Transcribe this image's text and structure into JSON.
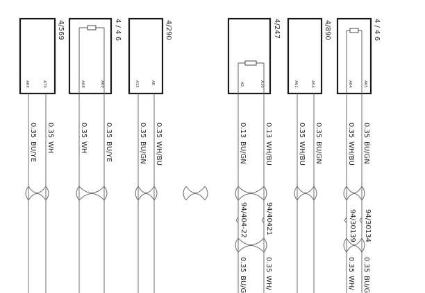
{
  "components": [
    {
      "id": "4/569",
      "pins": [
        "A69",
        "A70"
      ],
      "wires": [
        {
          "gauge": "0.35",
          "color": "BU/YE"
        },
        {
          "gauge": "0.35",
          "color": "WH"
        }
      ]
    },
    {
      "id": "4 / 4 6",
      "pins": [
        "A68",
        "A69"
      ],
      "wires": [
        {
          "gauge": "0.35",
          "color": "WH"
        },
        {
          "gauge": "0.35",
          "color": "BU/YE"
        }
      ]
    },
    {
      "id": "4/290",
      "pins": [
        "A15",
        "A6"
      ],
      "wires": [
        {
          "gauge": "0.35",
          "color": "BU/GN"
        },
        {
          "gauge": "0.35",
          "color": "WH/BU"
        }
      ]
    },
    {
      "id": "4/247",
      "pins": [
        "A2",
        "A10"
      ],
      "wires": [
        {
          "gauge": "0.13",
          "color": "BU/GN"
        },
        {
          "gauge": "0.13",
          "color": "WH/BU"
        }
      ]
    },
    {
      "id": "4/890",
      "pins": [
        "A61",
        "A54"
      ],
      "wires": [
        {
          "gauge": "0.35",
          "color": "WH/BU"
        },
        {
          "gauge": "0.35",
          "color": "BU/GN"
        }
      ]
    },
    {
      "id": "4 / 4 6",
      "pins": [
        "A64",
        "A65"
      ],
      "wires": [
        {
          "gauge": "0.35",
          "color": "WH/BU"
        },
        {
          "gauge": "0.35",
          "color": "BU/GN"
        }
      ]
    }
  ],
  "splices": [
    {
      "id": "94/404-22"
    },
    {
      "id": "94/40421"
    },
    {
      "id": "94/30139"
    },
    {
      "id": "94/30134"
    }
  ],
  "bottom_wires": [
    {
      "gauge": "0.35",
      "color": "BU/G"
    },
    {
      "gauge": "0.35",
      "color": "WH/"
    },
    {
      "gauge": "0.35",
      "color": "WH/"
    },
    {
      "gauge": "0.35",
      "color": "BU/G"
    }
  ]
}
